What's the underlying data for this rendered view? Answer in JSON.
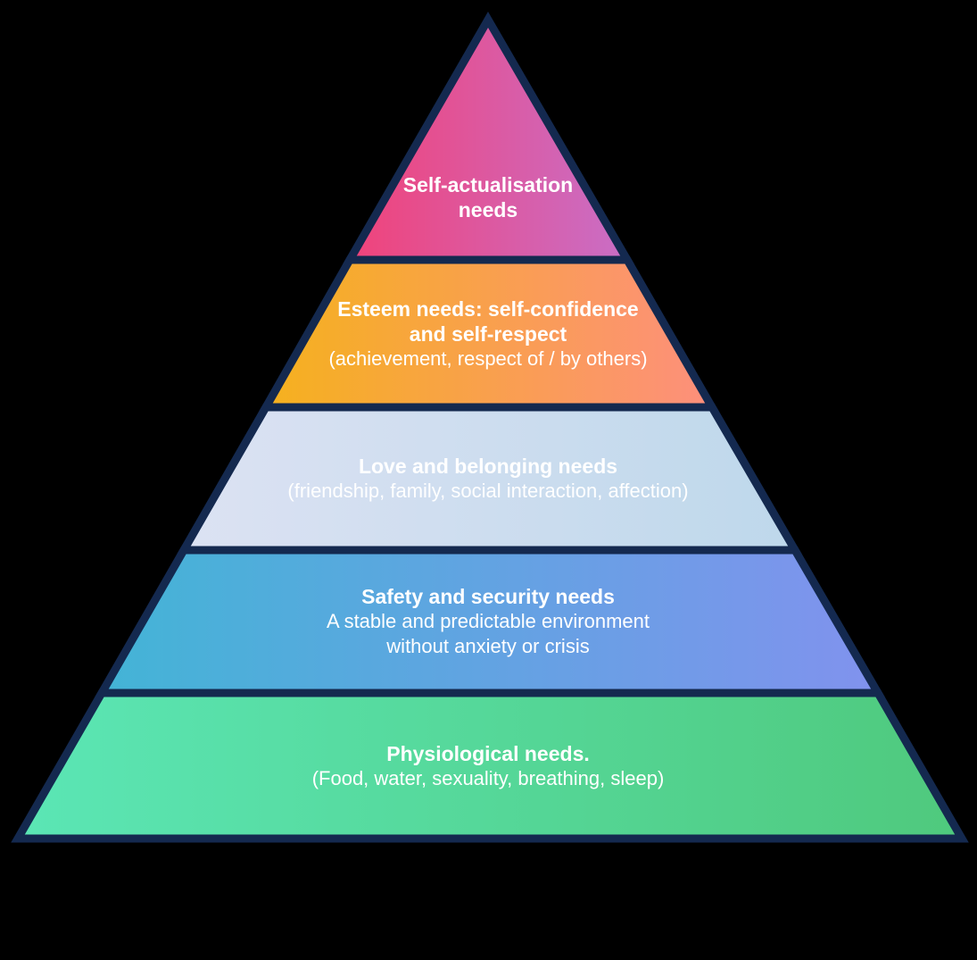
{
  "background_color": "#000000",
  "pyramid": {
    "border_color": "#14294F",
    "text_color": "#FFFFFF",
    "levels": [
      {
        "bold_lines": [
          "Self-actualisation",
          "needs"
        ],
        "regular_lines": [],
        "gradient_from": "#F0437A",
        "gradient_to": "#C96EC6"
      },
      {
        "bold_lines": [
          "Esteem needs: self-confidence",
          "and self-respect"
        ],
        "regular_lines": [
          "(achievement, respect of / by others)"
        ],
        "gradient_from": "#F5B11E",
        "gradient_to": "#FD8F7C"
      },
      {
        "bold_lines": [
          "Love and belonging needs"
        ],
        "regular_lines": [
          "(friendship, family, social interaction, affection)"
        ],
        "gradient_from": "#DCE2F3",
        "gradient_to": "#BED8EB"
      },
      {
        "bold_lines": [
          "Safety and security needs"
        ],
        "regular_lines": [
          "A stable and predictable environment",
          "without anxiety or crisis"
        ],
        "gradient_from": "#43B4D6",
        "gradient_to": "#8192EE"
      },
      {
        "bold_lines": [
          "Physiological needs."
        ],
        "regular_lines": [
          "(Food, water, sexuality, breathing, sleep)"
        ],
        "gradient_from": "#5BE6B5",
        "gradient_to": "#4FC97D"
      }
    ]
  }
}
